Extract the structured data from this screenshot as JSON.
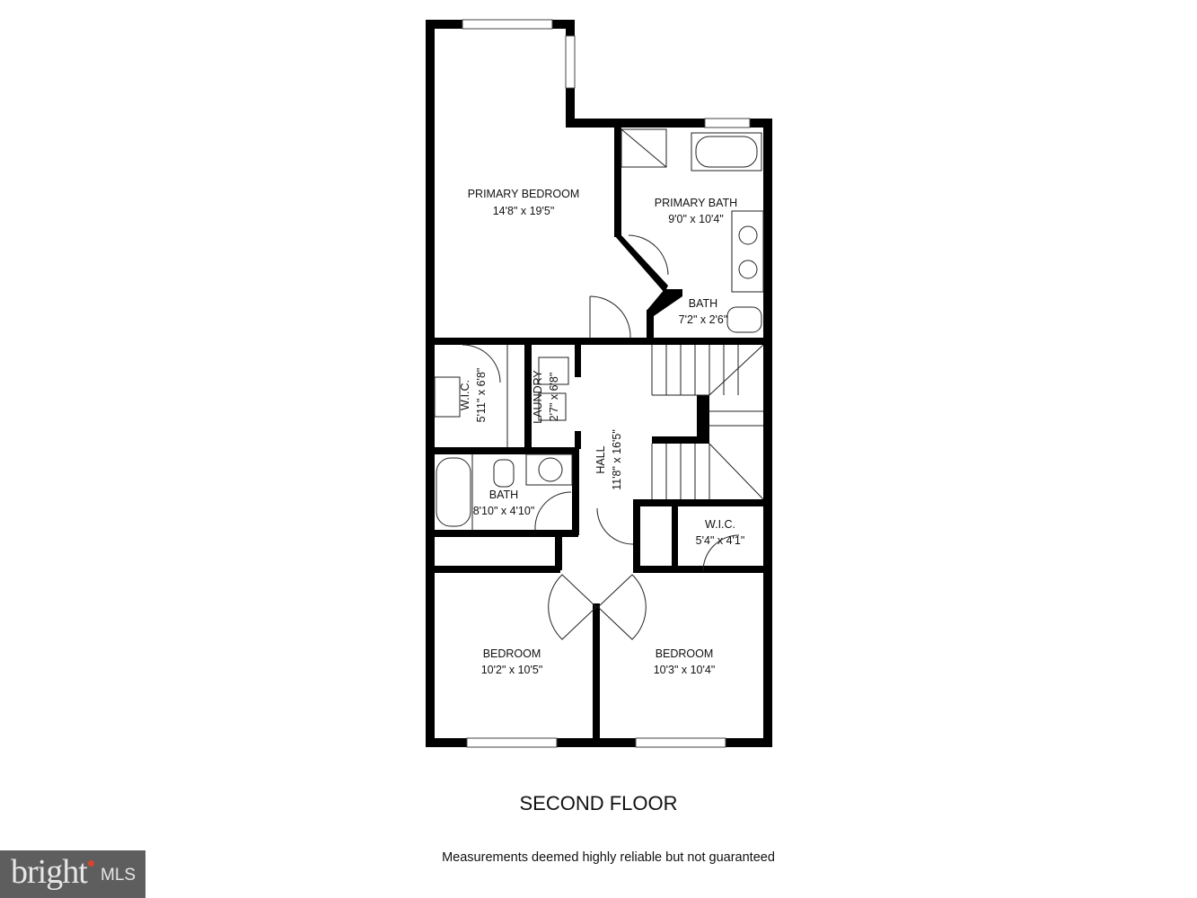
{
  "floor_title": "SECOND FLOOR",
  "disclaimer": "Measurements deemed highly reliable but not guaranteed",
  "logo": {
    "text": "bright MLS",
    "icon": "bright-mls-logo"
  },
  "rooms": [
    {
      "name": "PRIMARY BEDROOM",
      "size": "14'8\" x 19'5\""
    },
    {
      "name": "PRIMARY BATH",
      "size": "9'0\" x 10'4\""
    },
    {
      "name": "BATH",
      "size": "7'2\" x 2'6\""
    },
    {
      "name": "W.I.C.",
      "size": "5'11\" x 6'8\""
    },
    {
      "name": "LAUNDRY",
      "size": "2'7\" x 6'8\""
    },
    {
      "name": "HALL",
      "size": "11'8\" x 16'5\""
    },
    {
      "name": "BATH",
      "size": "8'10\" x 4'10\""
    },
    {
      "name": "W.I.C.",
      "size": "5'4\" x 4'1\""
    },
    {
      "name": "BEDROOM",
      "size": "10'2\" x 10'5\""
    },
    {
      "name": "BEDROOM",
      "size": "10'3\" x 10'4\""
    }
  ],
  "colors": {
    "wall": "#000000",
    "logo_bg": "#5e5e5e",
    "logo_dot": "#d9452b"
  }
}
